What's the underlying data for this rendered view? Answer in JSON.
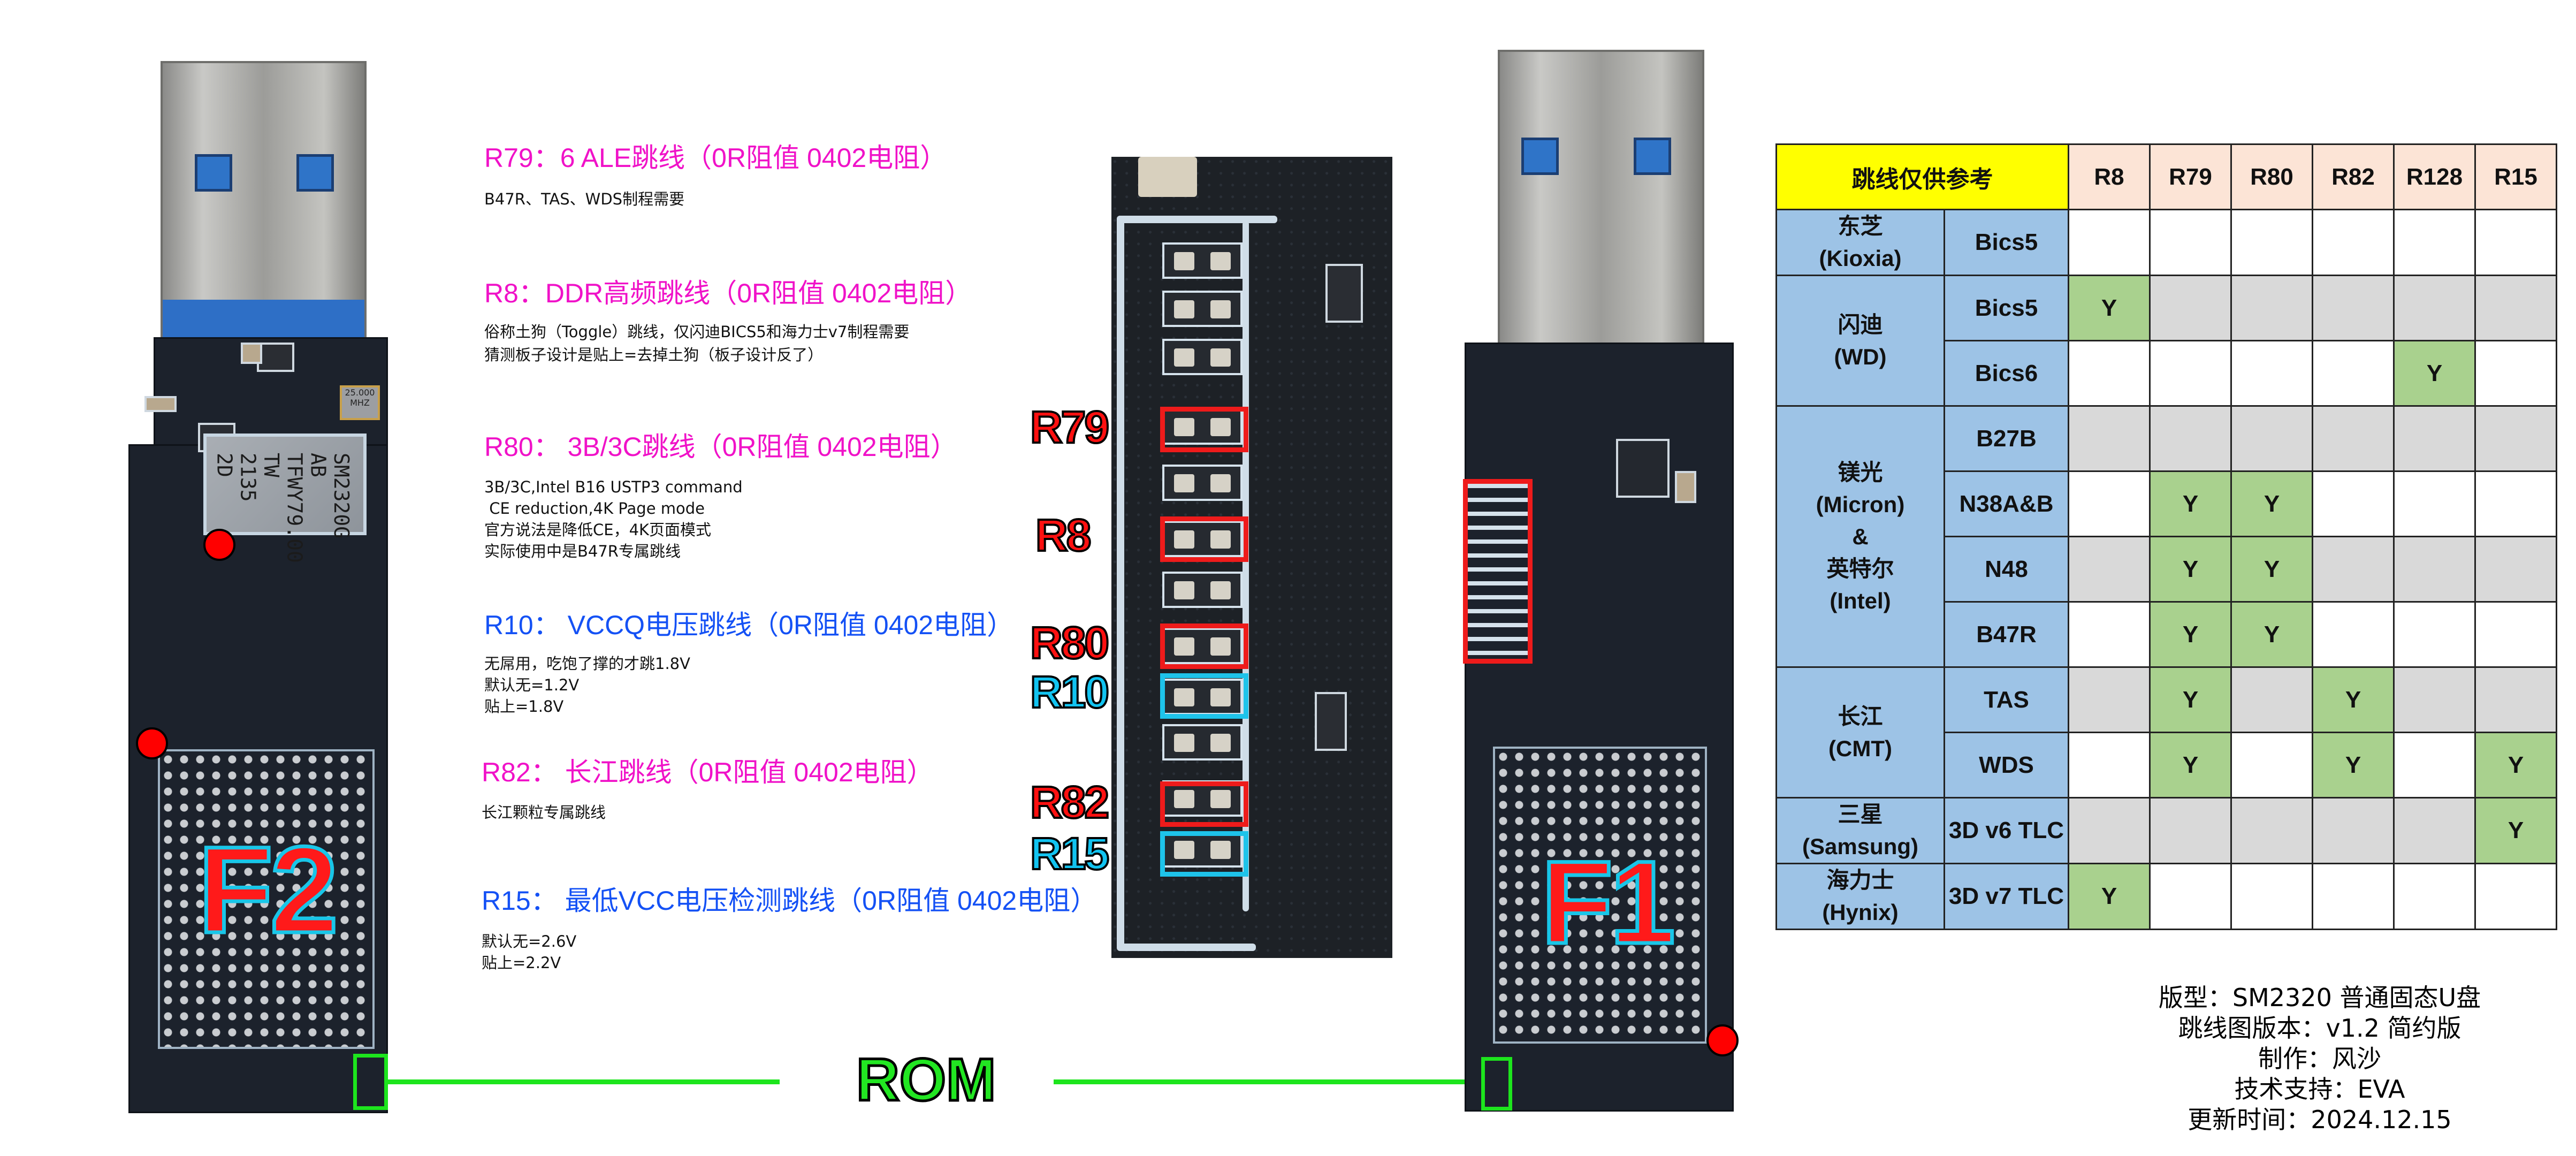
{
  "left_board": {
    "label": "F2",
    "chip_text": [
      "SM2320G AB",
      "TFWY79.00",
      "TW",
      "2135",
      "2D"
    ],
    "crystal_text": "25.000 MHZ"
  },
  "right_board": {
    "label": "F1"
  },
  "rom_label": "ROM",
  "notes": [
    {
      "title": "R79：6 ALE跳线（0R阻值 0402电阻）",
      "color": "pink",
      "lines": [
        "B47R、TAS、WDS制程需要"
      ]
    },
    {
      "title": "R8：DDR高频跳线（0R阻值 0402电阻）",
      "color": "pink",
      "lines": [
        "俗称土狗（Toggle）跳线，仅闪迪BICS5和海力士v7制程需要",
        "猜测板子设计是贴上=去掉土狗（板子设计反了）"
      ]
    },
    {
      "title": "R80：  3B/3C跳线（0R阻值 0402电阻）",
      "color": "pink",
      "lines": [
        "3B/3C,Intel B16 USTP3 command",
        " CE reduction,4K Page mode",
        "官方说法是降低CE，4K页面模式",
        "实际使用中是B47R专属跳线"
      ]
    },
    {
      "title": "R10：  VCCQ电压跳线（0R阻值 0402电阻）",
      "color": "blue",
      "lines": [
        "无屌用，吃饱了撑的才跳1.8V",
        "默认无=1.2V",
        "贴上=1.8V"
      ]
    },
    {
      "title": "R82：  长江跳线（0R阻值 0402电阻）",
      "color": "pink",
      "lines": [
        "长江颗粒专属跳线"
      ]
    },
    {
      "title": "R15：  最低VCC电压检测跳线（0R阻值 0402电阻）",
      "color": "blue",
      "lines": [
        "默认无=2.6V",
        "贴上=2.2V"
      ]
    }
  ],
  "photo_labels": [
    {
      "text": "R79",
      "color": "red"
    },
    {
      "text": "R8",
      "color": "red"
    },
    {
      "text": "R80",
      "color": "red"
    },
    {
      "text": "R10",
      "color": "cyan"
    },
    {
      "text": "R82",
      "color": "red"
    },
    {
      "text": "R15",
      "color": "cyan"
    }
  ],
  "table": {
    "corner": "跳线仅供参考",
    "headers": [
      "R8",
      "R79",
      "R80",
      "R82",
      "R128",
      "R15"
    ],
    "vendors": [
      {
        "name": "东芝\n(Kioxia)",
        "rows": [
          {
            "model": "Bics5",
            "cells": [
              "",
              "",
              "",
              "",
              "",
              ""
            ]
          }
        ]
      },
      {
        "name": "闪迪\n(WD)",
        "rows": [
          {
            "model": "Bics5",
            "cells": [
              "Y",
              "",
              "",
              "",
              "",
              ""
            ]
          },
          {
            "model": "Bics6",
            "cells": [
              "",
              "",
              "",
              "",
              "Y",
              ""
            ]
          }
        ]
      },
      {
        "name": "镁光\n(Micron)\n&\n英特尔\n(Intel)",
        "rows": [
          {
            "model": "B27B",
            "cells": [
              "",
              "",
              "",
              "",
              "",
              ""
            ]
          },
          {
            "model": "N38A&B",
            "cells": [
              "",
              "Y",
              "Y",
              "",
              "",
              ""
            ]
          },
          {
            "model": "N48",
            "cells": [
              "",
              "Y",
              "Y",
              "",
              "",
              ""
            ]
          },
          {
            "model": "B47R",
            "cells": [
              "",
              "Y",
              "Y",
              "",
              "",
              ""
            ]
          }
        ]
      },
      {
        "name": "长江\n(CMT)",
        "rows": [
          {
            "model": "TAS",
            "cells": [
              "",
              "Y",
              "",
              "Y",
              "",
              ""
            ]
          },
          {
            "model": "WDS",
            "cells": [
              "",
              "Y",
              "",
              "Y",
              "",
              "Y"
            ]
          }
        ]
      },
      {
        "name": "三星\n(Samsung)",
        "rows": [
          {
            "model": "3D v6 TLC",
            "cells": [
              "",
              "",
              "",
              "",
              "",
              "Y"
            ]
          }
        ]
      },
      {
        "name": "海力士\n(Hynix)",
        "rows": [
          {
            "model": "3D v7 TLC",
            "cells": [
              "Y",
              "",
              "",
              "",
              "",
              ""
            ]
          }
        ]
      }
    ]
  },
  "info": [
    "版型：SM2320 普通固态U盘",
    "跳线图版本：v1.2 简约版",
    "制作：风沙",
    "技术支持：EVA",
    "更新时间：2024.12.15"
  ],
  "colors": {
    "highlight": "#a9d18e",
    "header": "#fce4d6",
    "corner": "#ffff00",
    "vendor": "#9dc3e6",
    "alt_row": "#d9d9d9"
  }
}
